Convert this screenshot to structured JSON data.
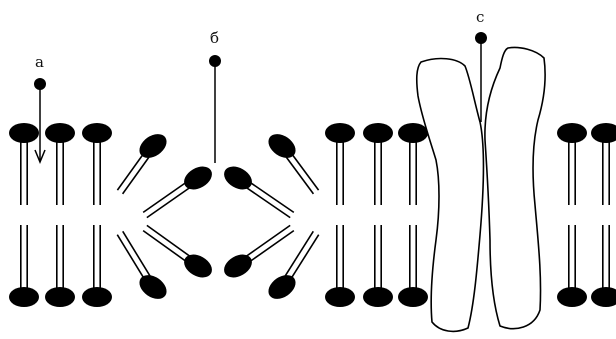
{
  "labels": {
    "a": "а",
    "b": "б",
    "c": "с"
  }
}
